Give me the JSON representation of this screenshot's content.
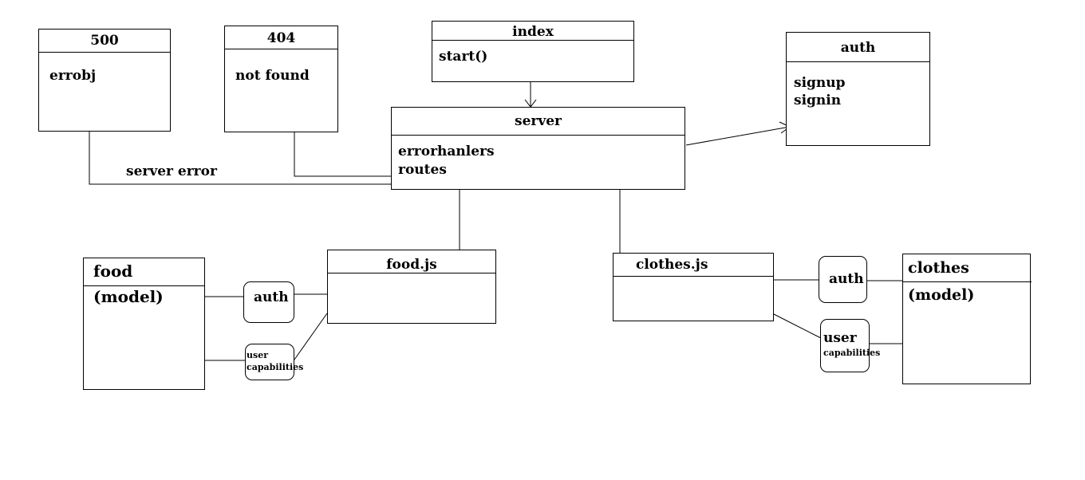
{
  "boxes": {
    "e500": {
      "title": "500",
      "body": [
        "errobj"
      ]
    },
    "e404": {
      "title": "404",
      "body": [
        "not found"
      ]
    },
    "index": {
      "title": "index",
      "body": [
        "start()"
      ]
    },
    "auth": {
      "title": "auth",
      "body": [
        "signup",
        "signin"
      ]
    },
    "server": {
      "title": "server",
      "body": [
        "errorhanlers",
        "routes"
      ]
    },
    "food_model": {
      "title": "food (model)"
    },
    "food_js": {
      "title": "food.js"
    },
    "clothes_js": {
      "title": "clothes.js"
    },
    "clothes_model": {
      "title": "clothes (model)"
    }
  },
  "nodes": {
    "food_auth": "auth",
    "food_user": "user",
    "food_caps": "capabilities",
    "clothes_auth": "auth",
    "clothes_user": "user",
    "clothes_caps": "capabilities"
  },
  "edge_labels": {
    "server_error": "server error"
  }
}
